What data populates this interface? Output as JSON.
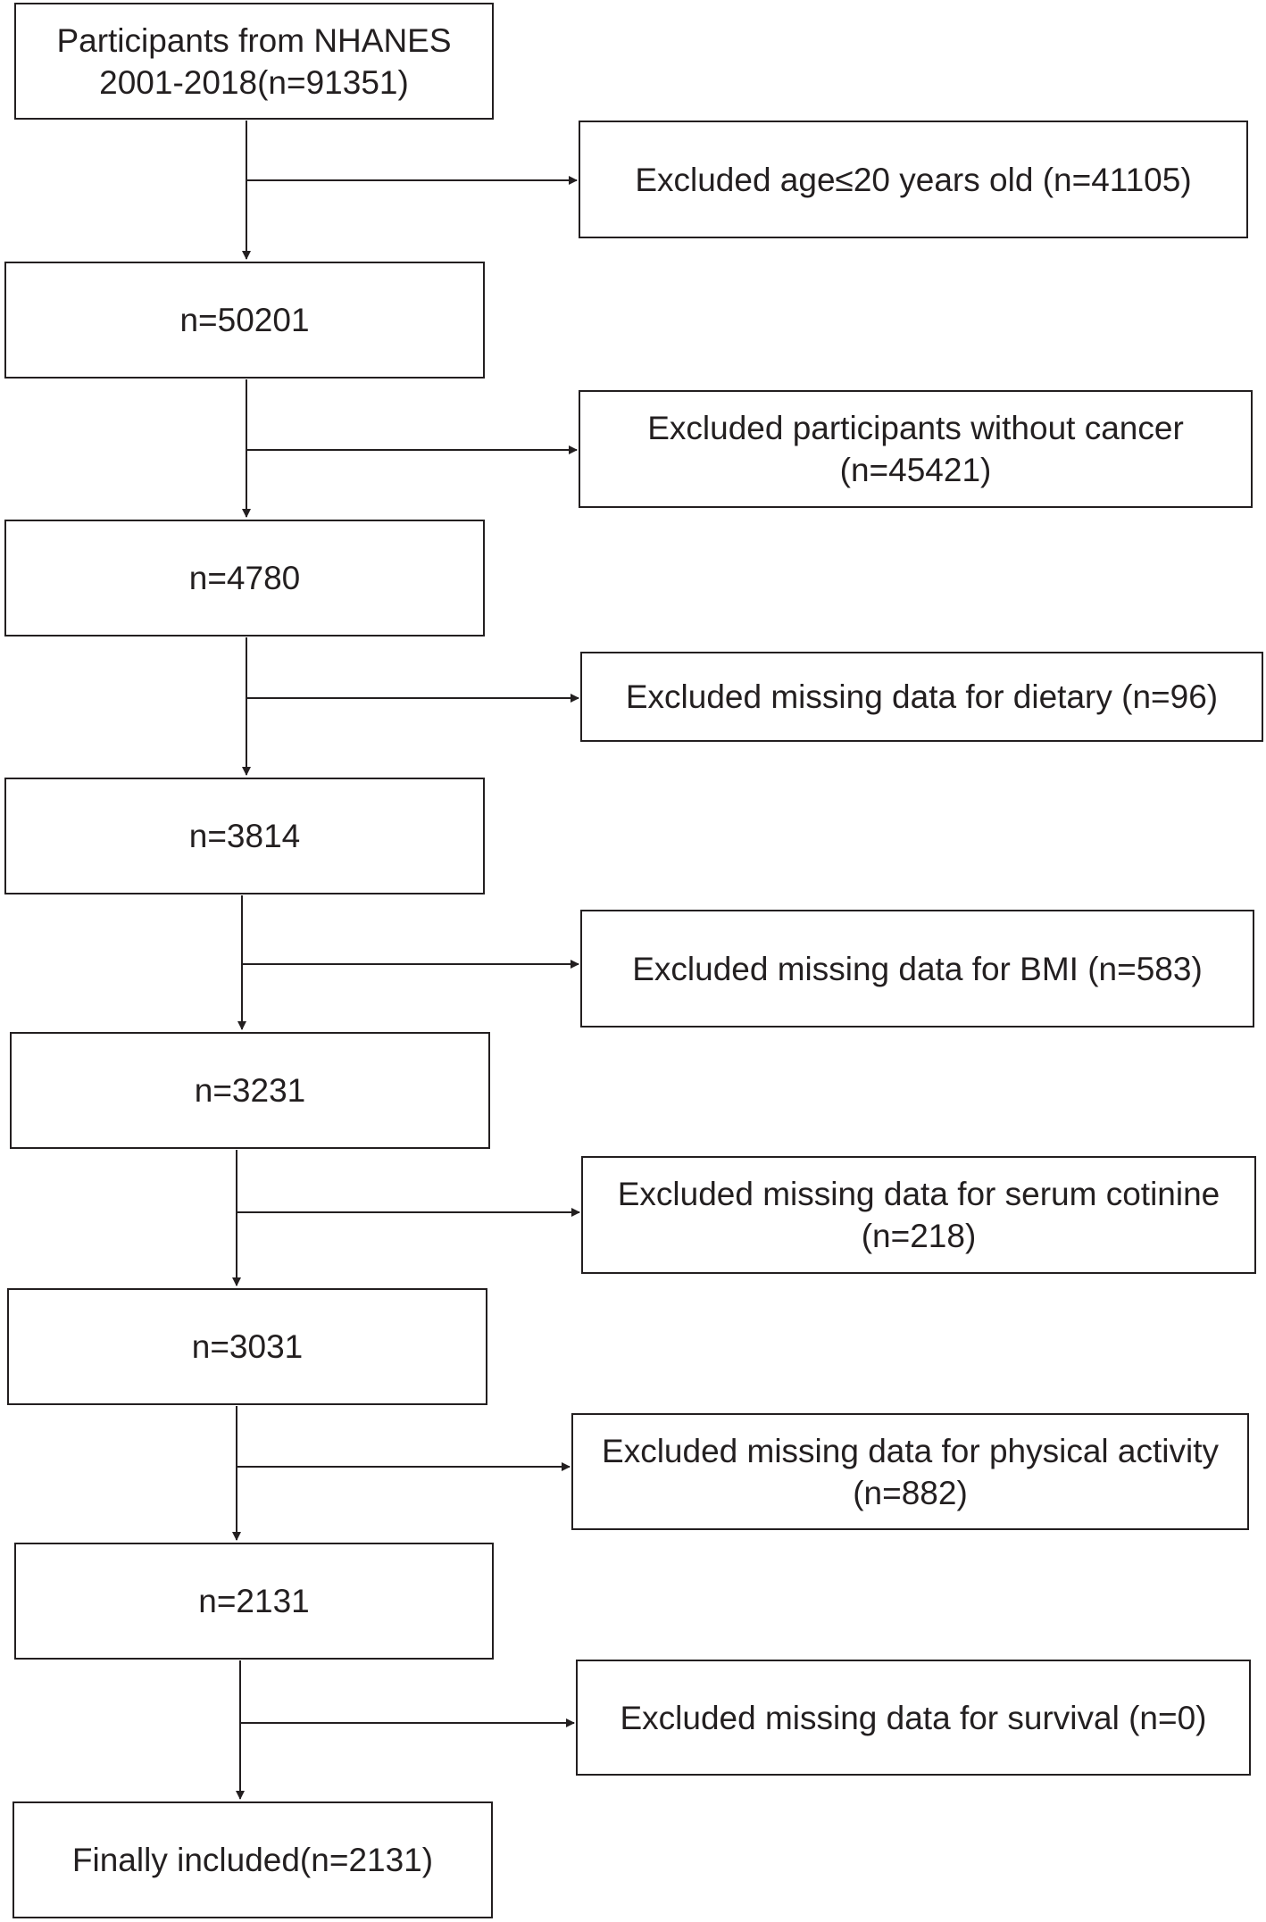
{
  "flowchart": {
    "main_steps": [
      {
        "text": "Participants from NHANES\n2001-2018(n=91351)"
      },
      {
        "text": "n=50201"
      },
      {
        "text": "n=4780"
      },
      {
        "text": "n=3814"
      },
      {
        "text": "n=3231"
      },
      {
        "text": "n=3031"
      },
      {
        "text": "n=2131"
      },
      {
        "text": "Finally included(n=2131)"
      }
    ],
    "exclusions": [
      {
        "text": "Excluded age≤20 years old (n=41105)"
      },
      {
        "text": "Excluded  participants without cancer\n(n=45421)"
      },
      {
        "text": "Excluded missing data for dietary (n=96)"
      },
      {
        "text": "Excluded  missing data for BMI (n=583)"
      },
      {
        "text": "Excluded  missing data for serum cotinine\n(n=218)"
      },
      {
        "text": "Excluded  missing data for physical activity\n(n=882)"
      },
      {
        "text": "Excluded  missing data for survival (n=0)"
      }
    ],
    "colors": {
      "line": "#231f20",
      "box_border": "#231f20",
      "background": "#ffffff"
    }
  }
}
